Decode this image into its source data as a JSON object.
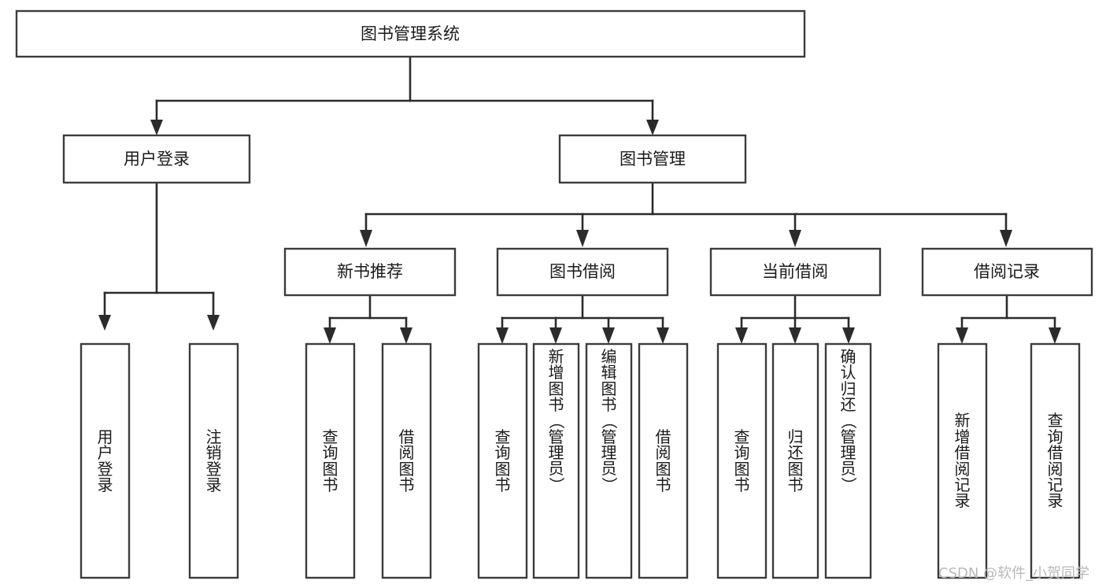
{
  "diagram": {
    "title": "图书管理系统",
    "type": "tree-hierarchy",
    "watermark": "CSDN @软件_小贺同学",
    "colors": {
      "box_stroke": "#3c3c3c",
      "box_fill": "#ffffff",
      "connector": "#2b2b2b",
      "text": "#1a1a1a",
      "watermark": "#b9b9b9"
    },
    "root": {
      "label": "图书管理系统"
    },
    "level2": [
      {
        "label": "用户登录"
      },
      {
        "label": "图书管理"
      }
    ],
    "level3": [
      {
        "label": "新书推荐"
      },
      {
        "label": "图书借阅"
      },
      {
        "label": "当前借阅"
      },
      {
        "label": "借阅记录"
      }
    ],
    "leaves": {
      "user_login": [
        {
          "label": "用户登录"
        },
        {
          "label": "注销登录"
        }
      ],
      "new_book_recommend": [
        {
          "label": "查询图书"
        },
        {
          "label": "借阅图书"
        }
      ],
      "book_borrow": [
        {
          "label": "查询图书"
        },
        {
          "label": "新增图书（管理员）"
        },
        {
          "label": "编辑图书（管理员）"
        },
        {
          "label": "借阅图书"
        }
      ],
      "current_borrow": [
        {
          "label": "查询图书"
        },
        {
          "label": "归还图书"
        },
        {
          "label": "确认归还（管理员）"
        }
      ],
      "borrow_record": [
        {
          "label": "新增借阅记录"
        },
        {
          "label": "查询借阅记录"
        }
      ]
    }
  }
}
